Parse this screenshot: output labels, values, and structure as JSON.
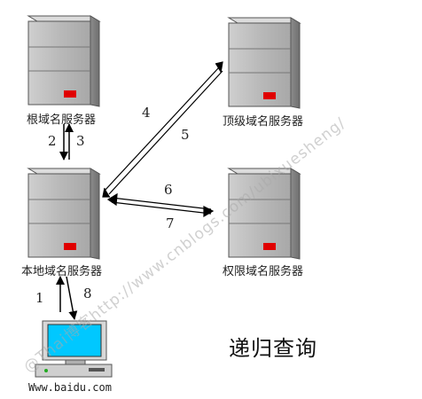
{
  "servers": {
    "root": {
      "label": "根域名服务器"
    },
    "tld": {
      "label": "顶级域名服务器"
    },
    "local": {
      "label": "本地域名服务器"
    },
    "authoritative": {
      "label": "权限域名服务器"
    }
  },
  "client": {
    "label": "Www.baidu.com"
  },
  "steps": [
    "1",
    "2",
    "3",
    "4",
    "5",
    "6",
    "7",
    "8"
  ],
  "caption": "递归查询",
  "watermark": "@Thai博客http://www.cnblogs.com/ubixuesheng/"
}
